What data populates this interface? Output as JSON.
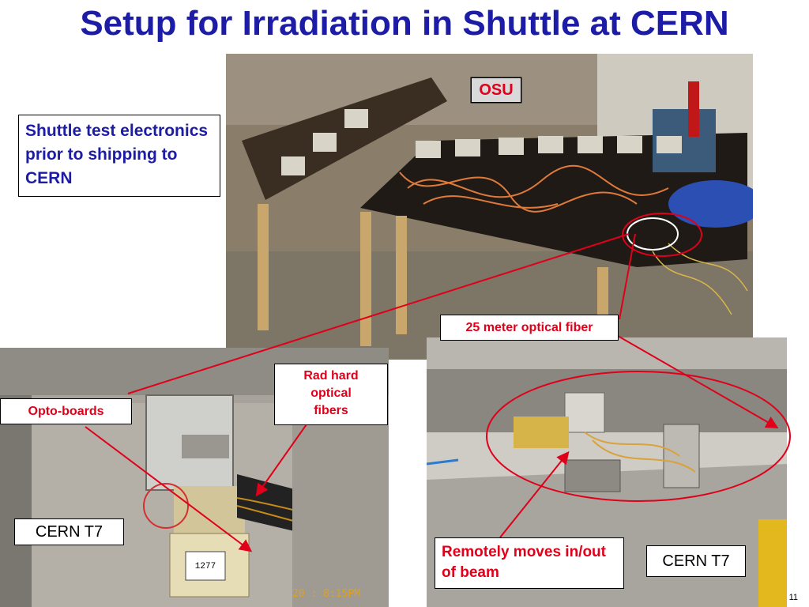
{
  "slide": {
    "title": "Setup for Irradiation in Shuttle at CERN",
    "page_number": "11"
  },
  "labels": {
    "shuttle_test": "Shuttle test electronics prior to shipping to CERN",
    "osu": "OSU",
    "optical_fiber": "25 meter optical fiber",
    "rad_hard": "Rad hard optical fibers",
    "opto_boards": "Opto-boards",
    "cern_t7_left": "CERN T7",
    "cern_t7_right": "CERN T7",
    "remotely_moves": "Remotely moves in/out of beam",
    "photo_timestamp": "20 : 8:15PM",
    "module_tag": "1277"
  },
  "colors": {
    "title": "#1c1ca6",
    "callout_text": "#e0001a",
    "arrow": "#e0001a"
  }
}
